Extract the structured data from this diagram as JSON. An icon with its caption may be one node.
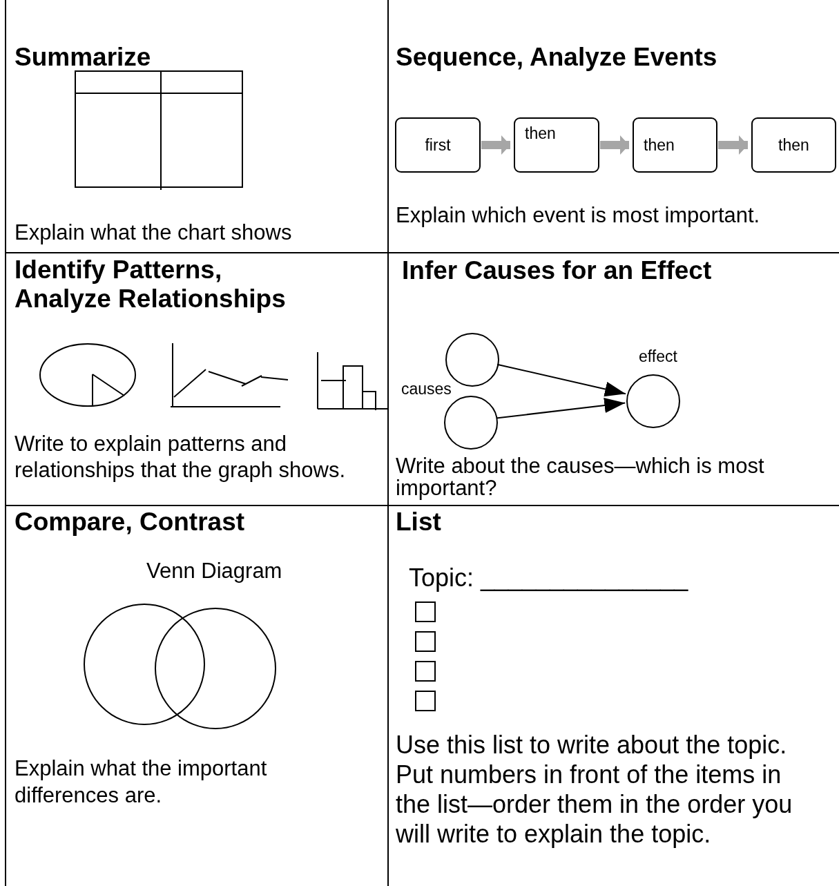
{
  "diagram": {
    "nodes": [
      {
        "text": [
          "Summarize",
          "Explain what the chart shows"
        ]
      },
      {
        "text": [
          "Sequence, Analyze Events",
          "Explain which event is most important."
        ]
      },
      {
        "text": [
          "first"
        ],
        "in": 1
      },
      {
        "text": [
          "then"
        ],
        "in": 1
      },
      {
        "text": [
          "then"
        ],
        "in": 1
      },
      {
        "text": [
          "then"
        ],
        "in": 1
      },
      {
        "text": [
          "Identify Patterns, Analyze Relationships",
          "Write to explain patterns and relationships that the graph shows."
        ]
      },
      {
        "text": [
          "Infer Causes for an Effect",
          "Write about the causes—which is most important?"
        ]
      },
      {
        "text": [],
        "shape": "circle",
        "in": 7
      },
      {
        "text": [],
        "shape": "circle",
        "in": 7
      },
      {
        "text": [],
        "shape": "circle",
        "in": 7,
        "beside": [
          "effect"
        ]
      },
      {
        "text": [
          "Compare, Contrast",
          "Explain what the important differences are."
        ]
      },
      {
        "text": [
          "List",
          "Use this list to write about the topic. Put numbers in front of the items in the list—order them in the order you will write to explain the topic."
        ]
      }
    ],
    "edges": [
      {
        "from": 2,
        "to": 3,
        "arrow": "to"
      },
      {
        "from": 3,
        "to": 4,
        "arrow": "to"
      },
      {
        "from": 4,
        "to": 5,
        "arrow": "to"
      },
      {
        "from": 8,
        "to": 10,
        "arrow": "to",
        "color": "#000000"
      },
      {
        "from": 9,
        "to": 10,
        "arrow": "to",
        "color": "#000000"
      }
    ],
    "labels": [
      "causes",
      "Venn Diagram",
      "Topic: _______________"
    ]
  }
}
